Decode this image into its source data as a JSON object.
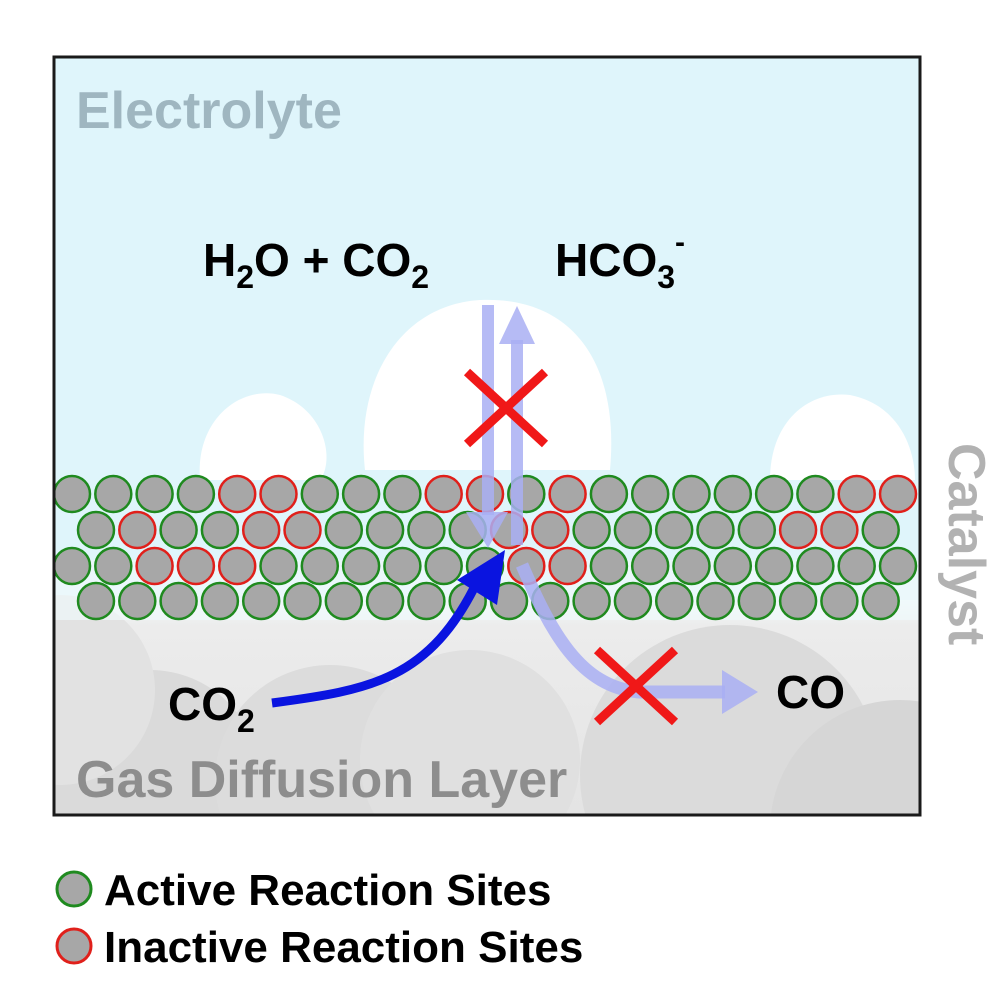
{
  "diagram": {
    "region_labels": {
      "electrolyte": "Electrolyte",
      "gas_diffusion_layer": "Gas Diffusion Layer",
      "catalyst": "Catalyst"
    },
    "species": {
      "reactants_top": {
        "h2o": "H",
        "h2o_sub": "2",
        "h2o_rest": "O + CO",
        "co2_sub": "2"
      },
      "bicarbonate": {
        "base": "HCO",
        "sub": "3",
        "sup": "-"
      },
      "co2_in": {
        "base": "CO",
        "sub": "2"
      },
      "co_out": "CO"
    },
    "legend": {
      "active": "Active Reaction Sites",
      "inactive": "Inactive Reaction Sites"
    },
    "colors": {
      "electrolyte_fill": "#dff5fb",
      "gdl_fill": "#e6e6e6",
      "particle_fill": "#a7a7a7",
      "active_outline": "#1f8a1f",
      "inactive_outline": "#e0201b",
      "co2_arrow": "#0a14e0",
      "blocked_arrow": "#a9aff3",
      "block_cross": "#f01818",
      "electrolyte_label": "#9fb6c0",
      "gdl_label": "#8d8d8d",
      "catalyst_label": "#b2b2b2"
    },
    "icons": {
      "active_marker": "green-outlined-circle-icon",
      "inactive_marker": "red-outlined-circle-icon",
      "block_marker": "red-x-icon"
    }
  }
}
